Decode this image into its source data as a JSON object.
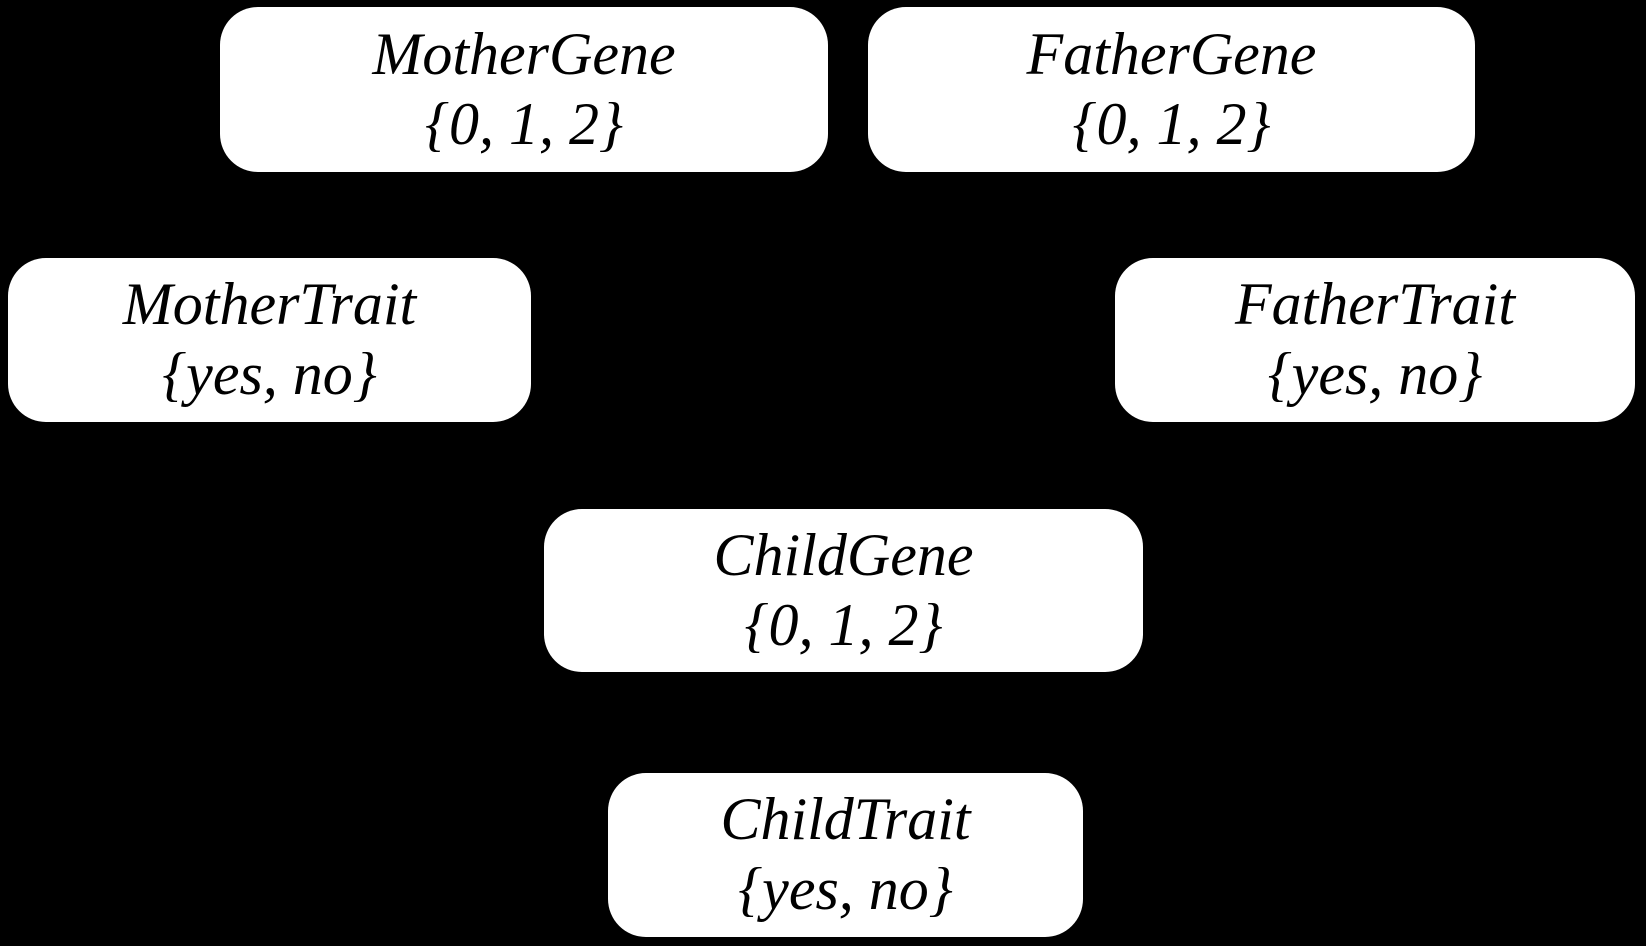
{
  "diagram": {
    "type": "bayesian-network",
    "colors": {
      "background": "#000000",
      "node_fill": "#ffffff",
      "node_text": "#000000"
    },
    "nodes": [
      {
        "id": "mother-gene",
        "label": "MotherGene",
        "domain": "{0, 1, 2}"
      },
      {
        "id": "father-gene",
        "label": "FatherGene",
        "domain": "{0, 1, 2}"
      },
      {
        "id": "mother-trait",
        "label": "MotherTrait",
        "domain": "{yes, no}"
      },
      {
        "id": "father-trait",
        "label": "FatherTrait",
        "domain": "{yes, no}"
      },
      {
        "id": "child-gene",
        "label": "ChildGene",
        "domain": "{0, 1, 2}"
      },
      {
        "id": "child-trait",
        "label": "ChildTrait",
        "domain": "{yes, no}"
      }
    ]
  }
}
